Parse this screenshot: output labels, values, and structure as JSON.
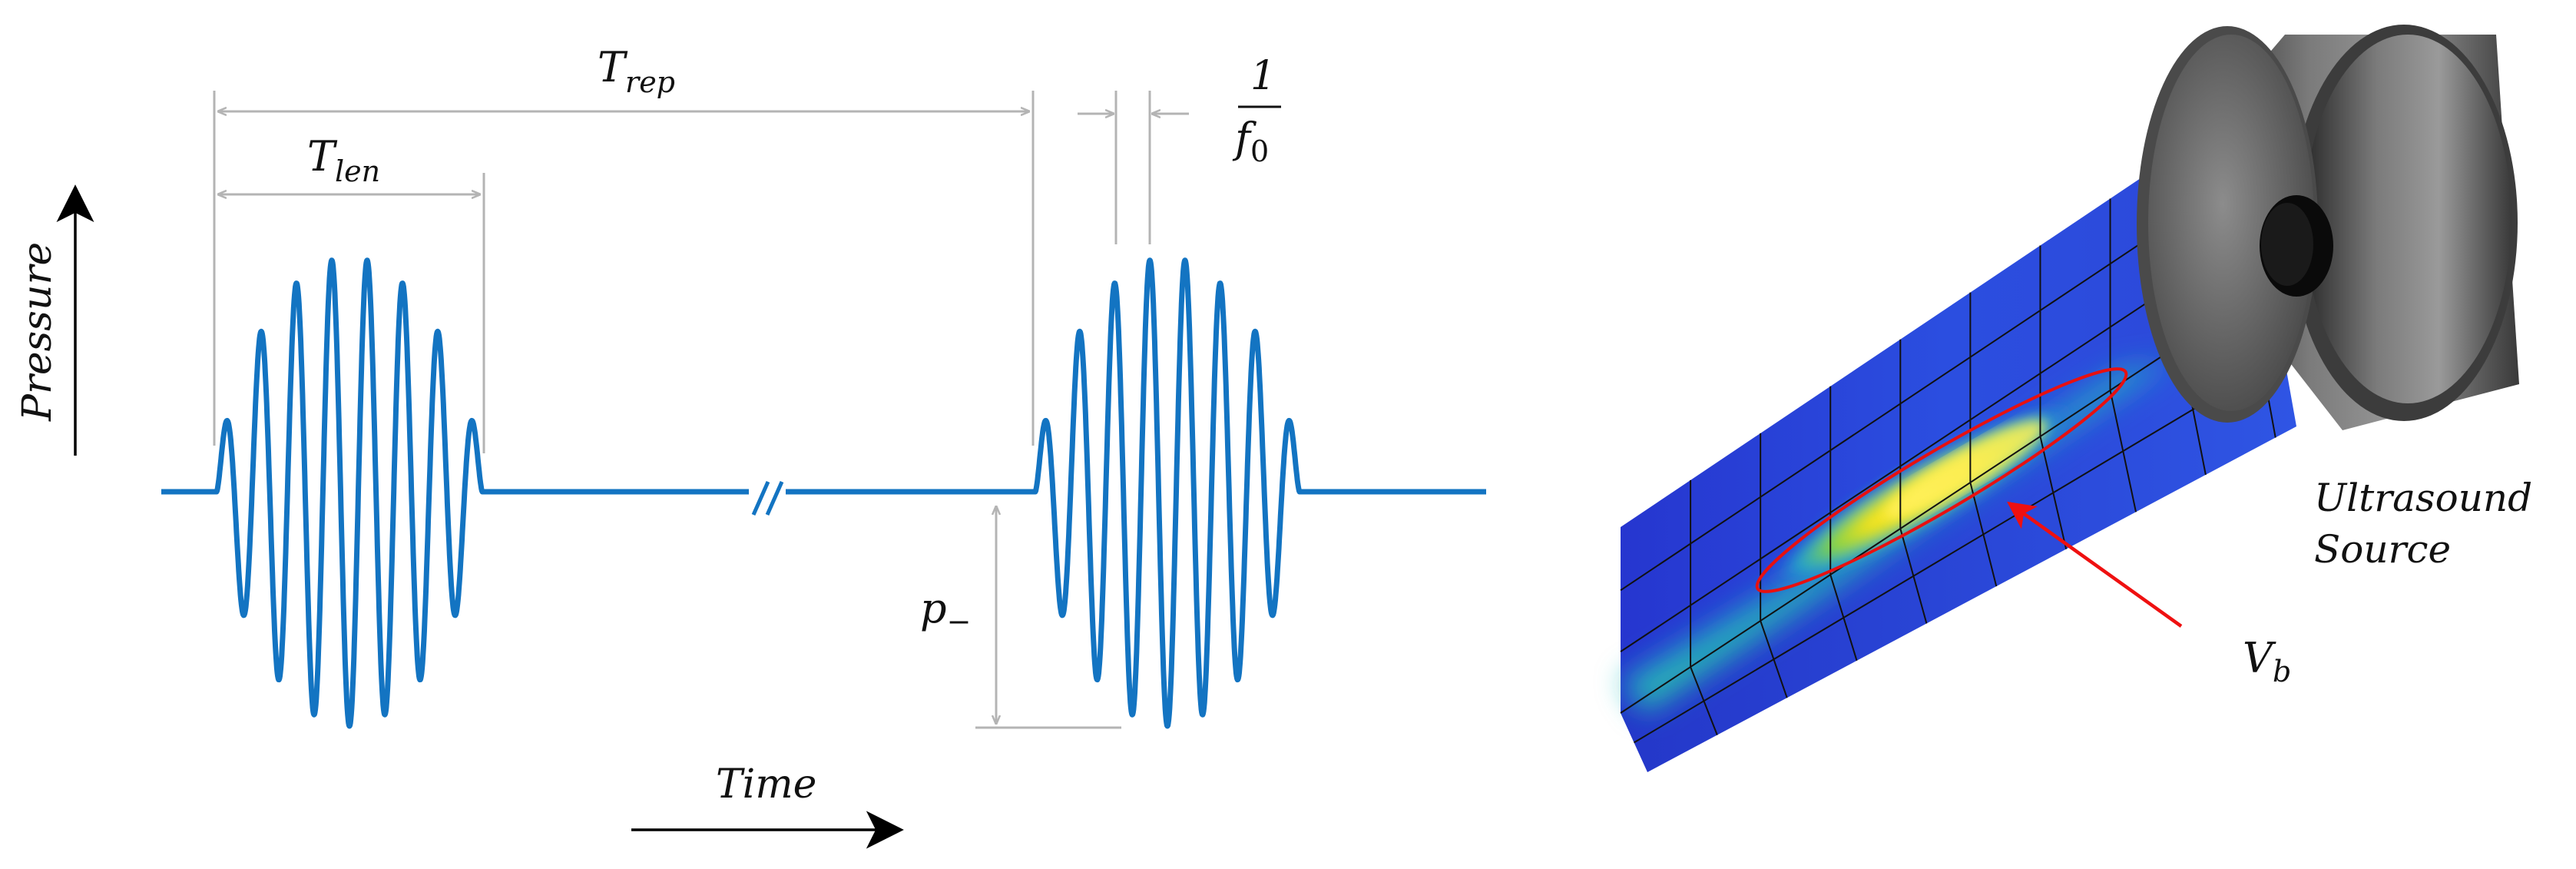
{
  "left_panel": {
    "labels": {
      "t_rep": {
        "main": "T",
        "sub": "rep"
      },
      "t_len": {
        "main": "T",
        "sub": "len"
      },
      "freq_num": "1",
      "freq_den": {
        "main": "f",
        "sub": "0"
      },
      "p_minus": {
        "main": "p",
        "sub": "−"
      },
      "pressure_axis": "Pressure",
      "time_axis": "Time"
    },
    "colors": {
      "waveform": "#1374c2",
      "dimension": "#b4b4b4",
      "axis": "#000000"
    }
  },
  "right_panel": {
    "labels": {
      "source_line1": "Ultrasound",
      "source_line2": "Source",
      "vb": {
        "main": "V",
        "sub": "b"
      }
    },
    "colors": {
      "field_low": "#2a3fd6",
      "field_mid": "#2ab0c0",
      "field_high": "#f4e41a",
      "ellipse": "#e81010",
      "arrow": "#ef1010",
      "transducer": "#555555"
    }
  }
}
